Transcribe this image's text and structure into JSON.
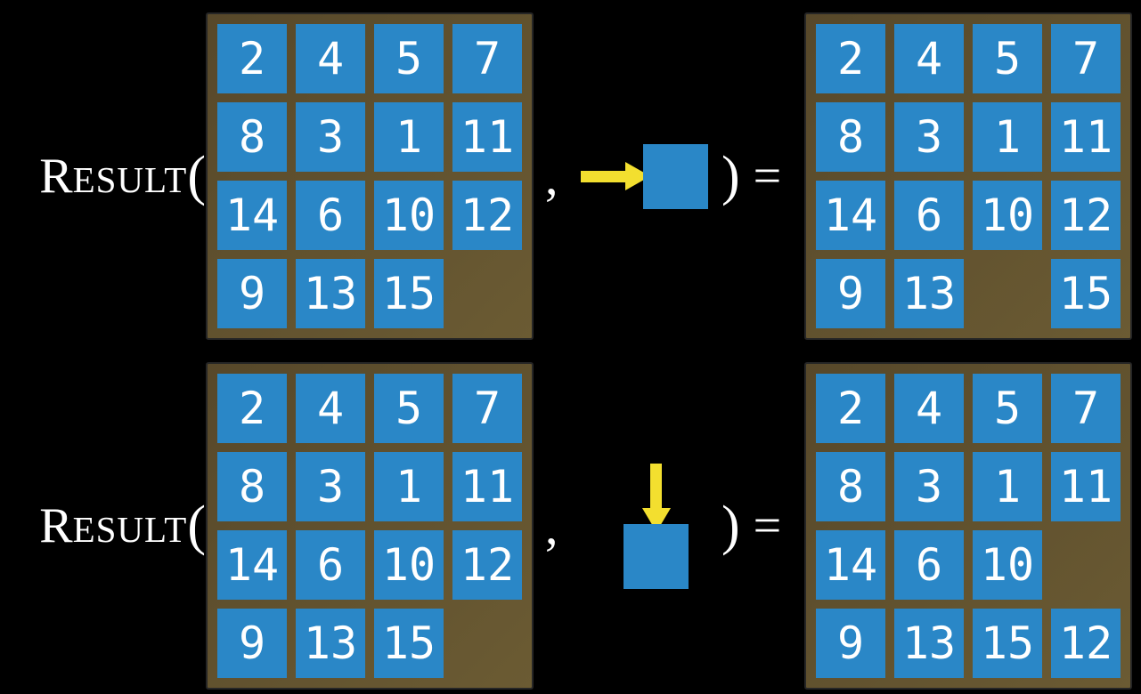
{
  "colors": {
    "page_bg": "#000000",
    "board_dark": "#57482a",
    "board_light": "#6b5b33",
    "board_border": "#262626",
    "tile_blue": "#2a87c7",
    "tile_text": "#ffffff",
    "arrow_yellow": "#f3df2f",
    "equation_text": "#ffffff"
  },
  "figure": {
    "equations": [
      {
        "function_cap": "R",
        "function_rest": "ESULT",
        "open_paren": "(",
        "comma": ",",
        "close_paren": ")",
        "equals": "=",
        "action": {
          "icon": "arrow-right-into-tile",
          "direction": "right"
        },
        "input_board": [
          [
            "2",
            "4",
            "5",
            "7"
          ],
          [
            "8",
            "3",
            "1",
            "11"
          ],
          [
            "14",
            "6",
            "10",
            "12"
          ],
          [
            "9",
            "13",
            "15",
            null
          ]
        ],
        "result_board": [
          [
            "2",
            "4",
            "5",
            "7"
          ],
          [
            "8",
            "3",
            "1",
            "11"
          ],
          [
            "14",
            "6",
            "10",
            "12"
          ],
          [
            "9",
            "13",
            null,
            "15"
          ]
        ]
      },
      {
        "function_cap": "R",
        "function_rest": "ESULT",
        "open_paren": "(",
        "comma": ",",
        "close_paren": ")",
        "equals": "=",
        "action": {
          "icon": "arrow-down-into-tile",
          "direction": "down"
        },
        "input_board": [
          [
            "2",
            "4",
            "5",
            "7"
          ],
          [
            "8",
            "3",
            "1",
            "11"
          ],
          [
            "14",
            "6",
            "10",
            "12"
          ],
          [
            "9",
            "13",
            "15",
            null
          ]
        ],
        "result_board": [
          [
            "2",
            "4",
            "5",
            "7"
          ],
          [
            "8",
            "3",
            "1",
            "11"
          ],
          [
            "14",
            "6",
            "10",
            null
          ],
          [
            "9",
            "13",
            "15",
            "12"
          ]
        ]
      }
    ]
  }
}
